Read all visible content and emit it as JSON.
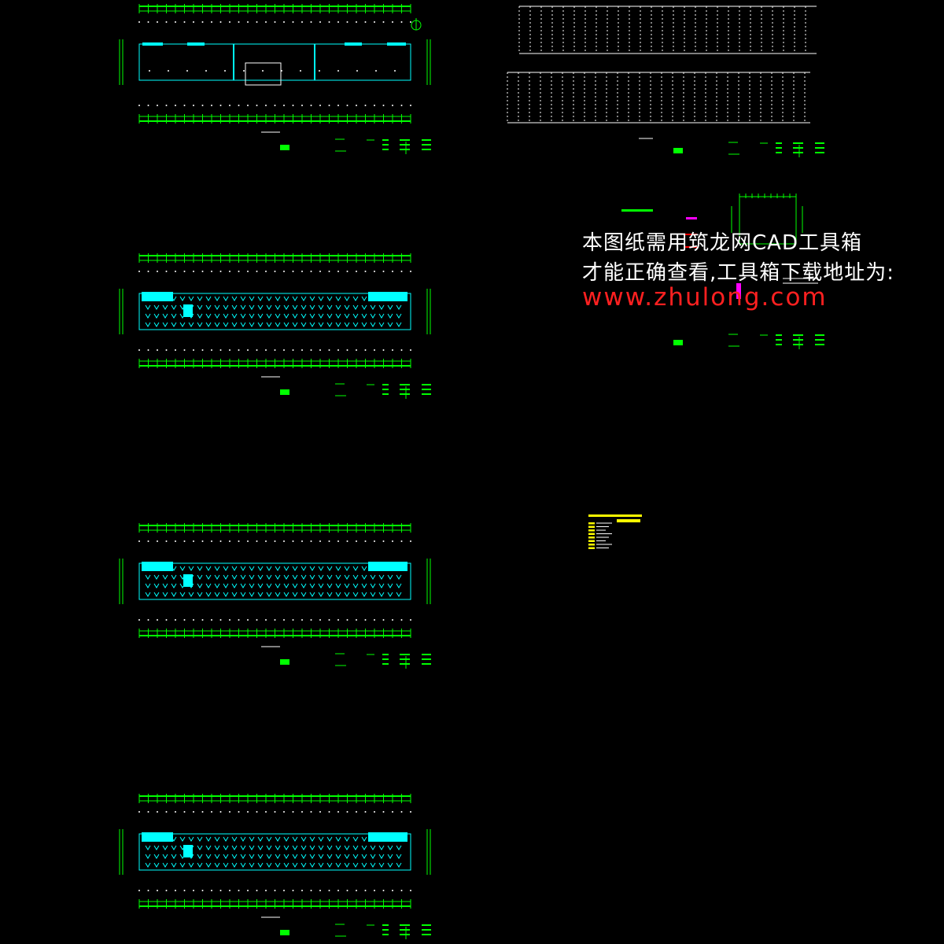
{
  "watermark": {
    "line1": "本图纸需用筑龙网CAD工具箱",
    "line2": "才能正确查看,工具箱下载地址为:",
    "url": "www.zhulong.com"
  },
  "colors": {
    "background": "#000000",
    "grid": "#00ff00",
    "walls": "#00ffff",
    "dim": "#ffffff",
    "title": "#00ff00",
    "magenta": "#ff00ff",
    "red": "#ff0000",
    "yellow": "#ffff00"
  },
  "sheets": [
    {
      "id": "ground-floor-plan",
      "kind": "plan-ground"
    },
    {
      "id": "second-floor-plan",
      "kind": "plan-typical"
    },
    {
      "id": "third-floor-plan",
      "kind": "plan-typical"
    },
    {
      "id": "fourth-floor-plan",
      "kind": "plan-typical"
    },
    {
      "id": "parking-layout-plan",
      "kind": "parking"
    },
    {
      "id": "detail-sheet",
      "kind": "detail"
    },
    {
      "id": "legend-sheet",
      "kind": "legend"
    }
  ]
}
